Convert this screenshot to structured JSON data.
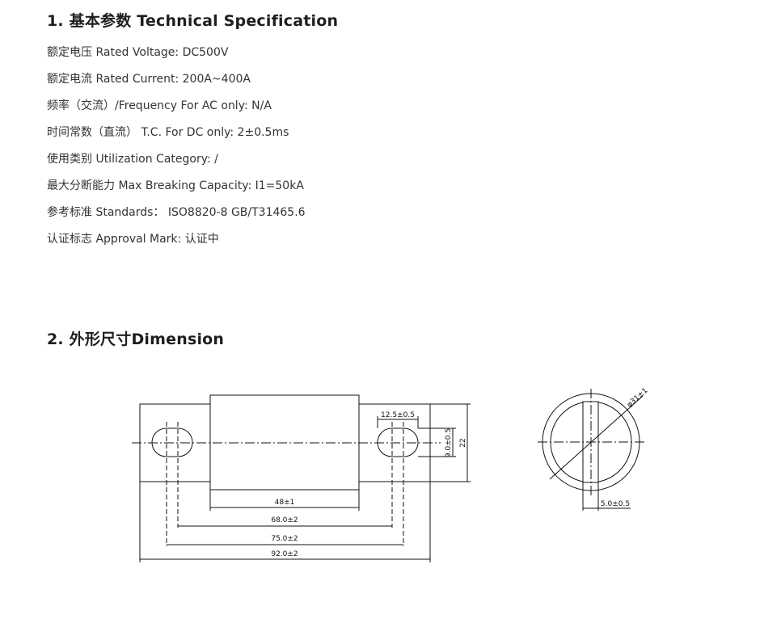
{
  "sections": {
    "spec": {
      "title": "1. 基本参数 Technical Specification",
      "items": [
        "额定电压 Rated Voltage: DC500V",
        "额定电流 Rated Current: 200A~400A",
        "频率（交流）/Frequency For AC only: N/A",
        "时间常数（直流） T.C. For DC only: 2±0.5ms",
        "使用类别 Utilization Category: /",
        "最大分断能力 Max Breaking Capacity:   I1=50kA",
        "参考标准 Standards：  ISO8820-8   GB/T31465.6",
        "认证标志 Approval Mark: 认证中"
      ]
    },
    "dimension": {
      "title": "2. 外形尺寸Dimension",
      "labels": {
        "slot_width": "12.5±0.5",
        "slot_height": "9.0±0.5",
        "plate_height": "22",
        "body_length": "48±1",
        "hole_center_distance": "68.0±2",
        "slot_outer_distance": "75.0±2",
        "total_length": "92.0±2",
        "diameter": "φ31±1",
        "blade_thickness": "5.0±0.5"
      }
    }
  }
}
